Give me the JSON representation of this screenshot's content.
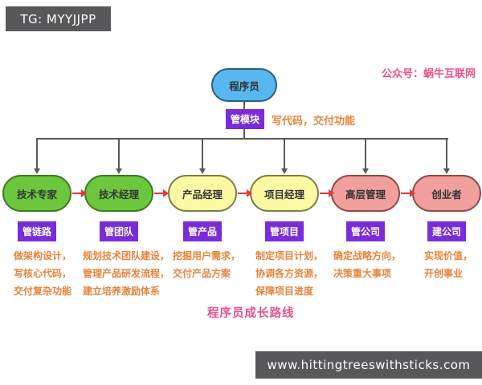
{
  "badges": {
    "top_left": "TG: MYYJJPP",
    "bottom_right": "www.hittingtreeswithsticks.com"
  },
  "watermark": "公众号：蜗牛互联网",
  "title": "程序员成长路线",
  "root": {
    "label": "程序员",
    "tag": "管模块",
    "description": "写代码，交付功能"
  },
  "nodes": [
    {
      "label": "技术专家",
      "tag": "管链路",
      "color": "green",
      "desc_lines": [
        "做架构设计，",
        "写核心代码，",
        "交付复杂功能"
      ]
    },
    {
      "label": "技术经理",
      "tag": "管团队",
      "color": "green",
      "desc_lines": [
        "规划技术团队建设，",
        "管理产品研发流程，",
        "建立培养激励体系"
      ]
    },
    {
      "label": "产品经理",
      "tag": "管产品",
      "color": "yellow",
      "desc_lines": [
        "挖掘用户需求，",
        "交付产品方案"
      ]
    },
    {
      "label": "项目经理",
      "tag": "管项目",
      "color": "yellow",
      "desc_lines": [
        "制定项目计划，",
        "协调各方资源，",
        "保障项目进度"
      ]
    },
    {
      "label": "高层管理",
      "tag": "管公司",
      "color": "pink",
      "desc_lines": [
        "确定战略方向，",
        "决策重大事项"
      ]
    },
    {
      "label": "创业者",
      "tag": "建公司",
      "color": "pink",
      "desc_lines": [
        "实现价值，",
        "开创事业"
      ]
    }
  ],
  "colors": {
    "node_blue": "#57b7ee",
    "node_green": "#6cc73e",
    "node_yellow": "#fbf9a4",
    "node_pink": "#f2a09d",
    "tag_purple": "#7a2cd9",
    "desc_orange": "#e8843c",
    "arrow_red": "#e23a3a",
    "line_gray": "#5a5a5a",
    "title_pink": "#e8538a",
    "bar_gray": "#58585a"
  }
}
